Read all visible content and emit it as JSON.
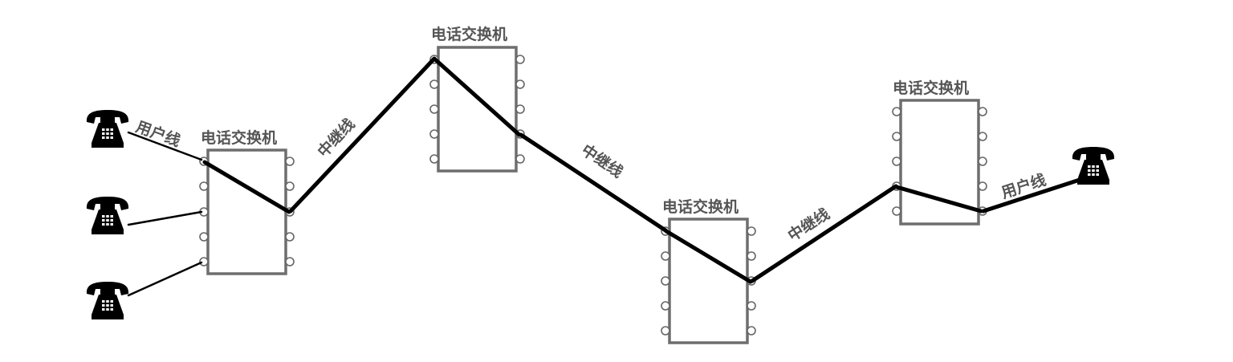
{
  "labels": {
    "switch": "电话交换机",
    "subscriber_line": "用户线",
    "trunk_line": "中继线"
  },
  "icons": {
    "phone": "telephone-icon"
  },
  "colors": {
    "line": "#000000",
    "switch_border": "#6e6e6e",
    "label_text": "#555555"
  }
}
